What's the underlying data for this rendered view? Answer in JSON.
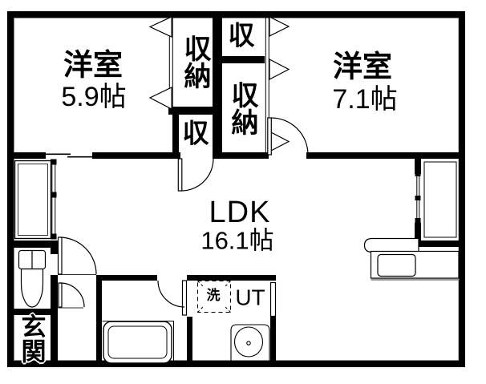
{
  "colors": {
    "line": "#000000",
    "background": "#ffffff",
    "shadow": "#999999"
  },
  "plan": {
    "rooms": {
      "western1": {
        "name": "洋室",
        "size": "5.9帖"
      },
      "western2": {
        "name": "洋室",
        "size": "7.1帖"
      },
      "ldk": {
        "name": "LDK",
        "size": "16.1帖"
      },
      "entrance": {
        "name": "玄関"
      },
      "utility": {
        "name": "UT"
      },
      "washer": {
        "name": "洗"
      },
      "closet_main_left": {
        "name": "収納"
      },
      "closet_small_left": {
        "name": "収"
      },
      "closet_small_right": {
        "name": "収"
      },
      "closet_main_right": {
        "name": "収納"
      }
    }
  }
}
